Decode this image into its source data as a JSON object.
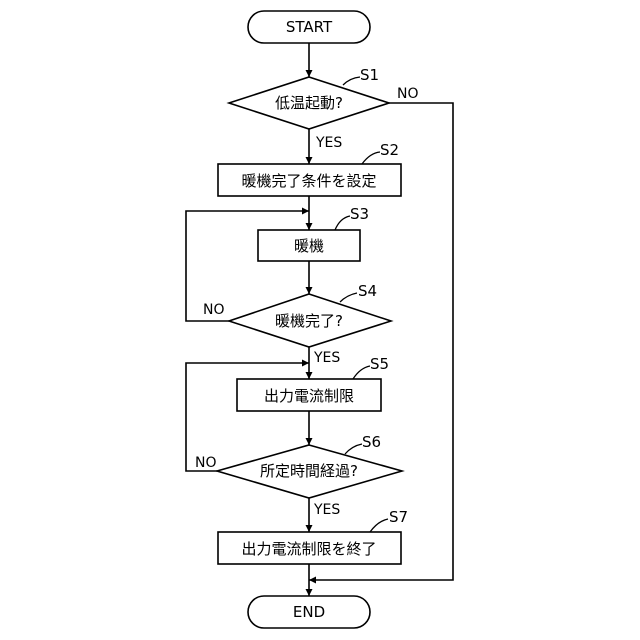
{
  "nodes": {
    "start": {
      "text": "START"
    },
    "s1": {
      "text": "低温起動?",
      "step": "S1"
    },
    "s2": {
      "text": "暖機完了条件を設定",
      "step": "S2"
    },
    "s3": {
      "text": "暖機",
      "step": "S3"
    },
    "s4": {
      "text": "暖機完了?",
      "step": "S4"
    },
    "s5": {
      "text": "出力電流制限",
      "step": "S5"
    },
    "s6": {
      "text": "所定時間経過?",
      "step": "S6"
    },
    "s7": {
      "text": "出力電流制限を終了",
      "step": "S7"
    },
    "end": {
      "text": "END"
    }
  },
  "branches": {
    "s1_yes": "YES",
    "s1_no": "NO",
    "s4_yes": "YES",
    "s4_no": "NO",
    "s6_yes": "YES",
    "s6_no": "NO"
  }
}
